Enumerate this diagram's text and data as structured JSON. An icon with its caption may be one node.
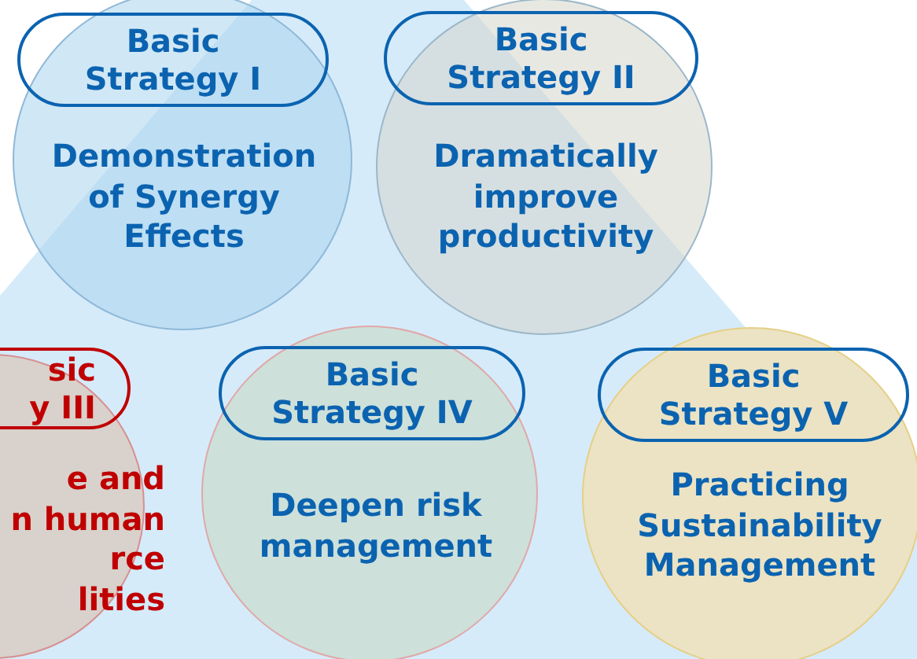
{
  "diagram": {
    "nodes": [
      {
        "text": [
          "Basic Strategy I",
          "Demonstration of Synergy Effects"
        ]
      },
      {
        "text": [
          "Basic Strategy II",
          "Dramatically improve productivity"
        ]
      },
      {
        "text": [
          "sic y III",
          "e and n human rce lities"
        ]
      },
      {
        "text": [
          "Basic Strategy IV",
          "Deepen risk management"
        ]
      },
      {
        "text": [
          "Basic Strategy V",
          "Practicing Sustainability Management"
        ]
      }
    ]
  }
}
